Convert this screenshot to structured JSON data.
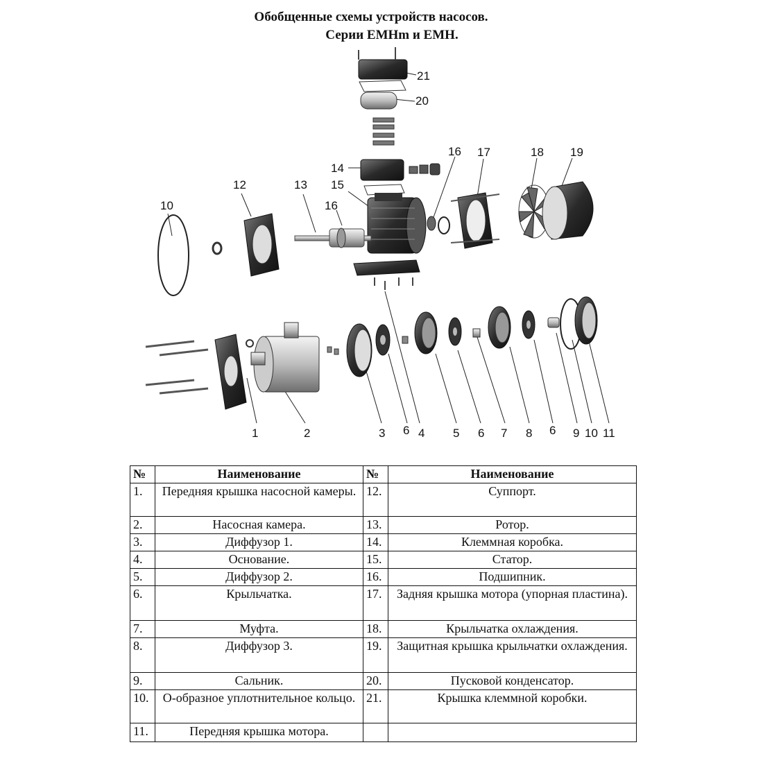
{
  "title": {
    "line1": "Обобщенные схемы устройств насосов.",
    "line2": "Серии EMHm и EMH."
  },
  "callouts": {
    "n1": "1",
    "n2": "2",
    "n3": "3",
    "n4": "4",
    "n5": "5",
    "n6": "6",
    "n7": "7",
    "n8": "8",
    "n9": "9",
    "n10": "10",
    "n11": "11",
    "n12": "12",
    "n13": "13",
    "n14": "14",
    "n15": "15",
    "n16": "16",
    "n17": "17",
    "n18": "18",
    "n19": "19",
    "n20": "20",
    "n21": "21"
  },
  "table": {
    "headers": [
      "№",
      "Наименование",
      "№",
      "Наименование"
    ],
    "rows": [
      {
        "n1": "1.",
        "name1": "Передняя крышка насосной камеры.",
        "n2": "12.",
        "name2": "Суппорт."
      },
      {
        "n1": "2.",
        "name1": "Насосная камера.",
        "n2": "13.",
        "name2": "Ротор."
      },
      {
        "n1": "3.",
        "name1": "Диффузор 1.",
        "n2": "14.",
        "name2": "Клеммная коробка."
      },
      {
        "n1": "4.",
        "name1": "Основание.",
        "n2": "15.",
        "name2": "Статор."
      },
      {
        "n1": "5.",
        "name1": "Диффузор 2.",
        "n2": "16.",
        "name2": "Подшипник."
      },
      {
        "n1": "6.",
        "name1": "Крыльчатка.",
        "n2": "17.",
        "name2": "Задняя крышка мотора (упорная пластина)."
      },
      {
        "n1": "7.",
        "name1": "Муфта.",
        "n2": "18.",
        "name2": "Крыльчатка охлаждения."
      },
      {
        "n1": "8.",
        "name1": "Диффузор 3.",
        "n2": "19.",
        "name2": "Защитная крышка крыльчатки охлаждения."
      },
      {
        "n1": "9.",
        "name1": "Сальник.",
        "n2": "20.",
        "name2": "Пусковой конденсатор."
      },
      {
        "n1": "10.",
        "name1": "О-образное уплотнительное кольцо.",
        "n2": "21.",
        "name2": "Крышка клеммной коробки."
      },
      {
        "n1": "11.",
        "name1": "Передняя крышка мотора.",
        "n2": "",
        "name2": ""
      }
    ]
  }
}
